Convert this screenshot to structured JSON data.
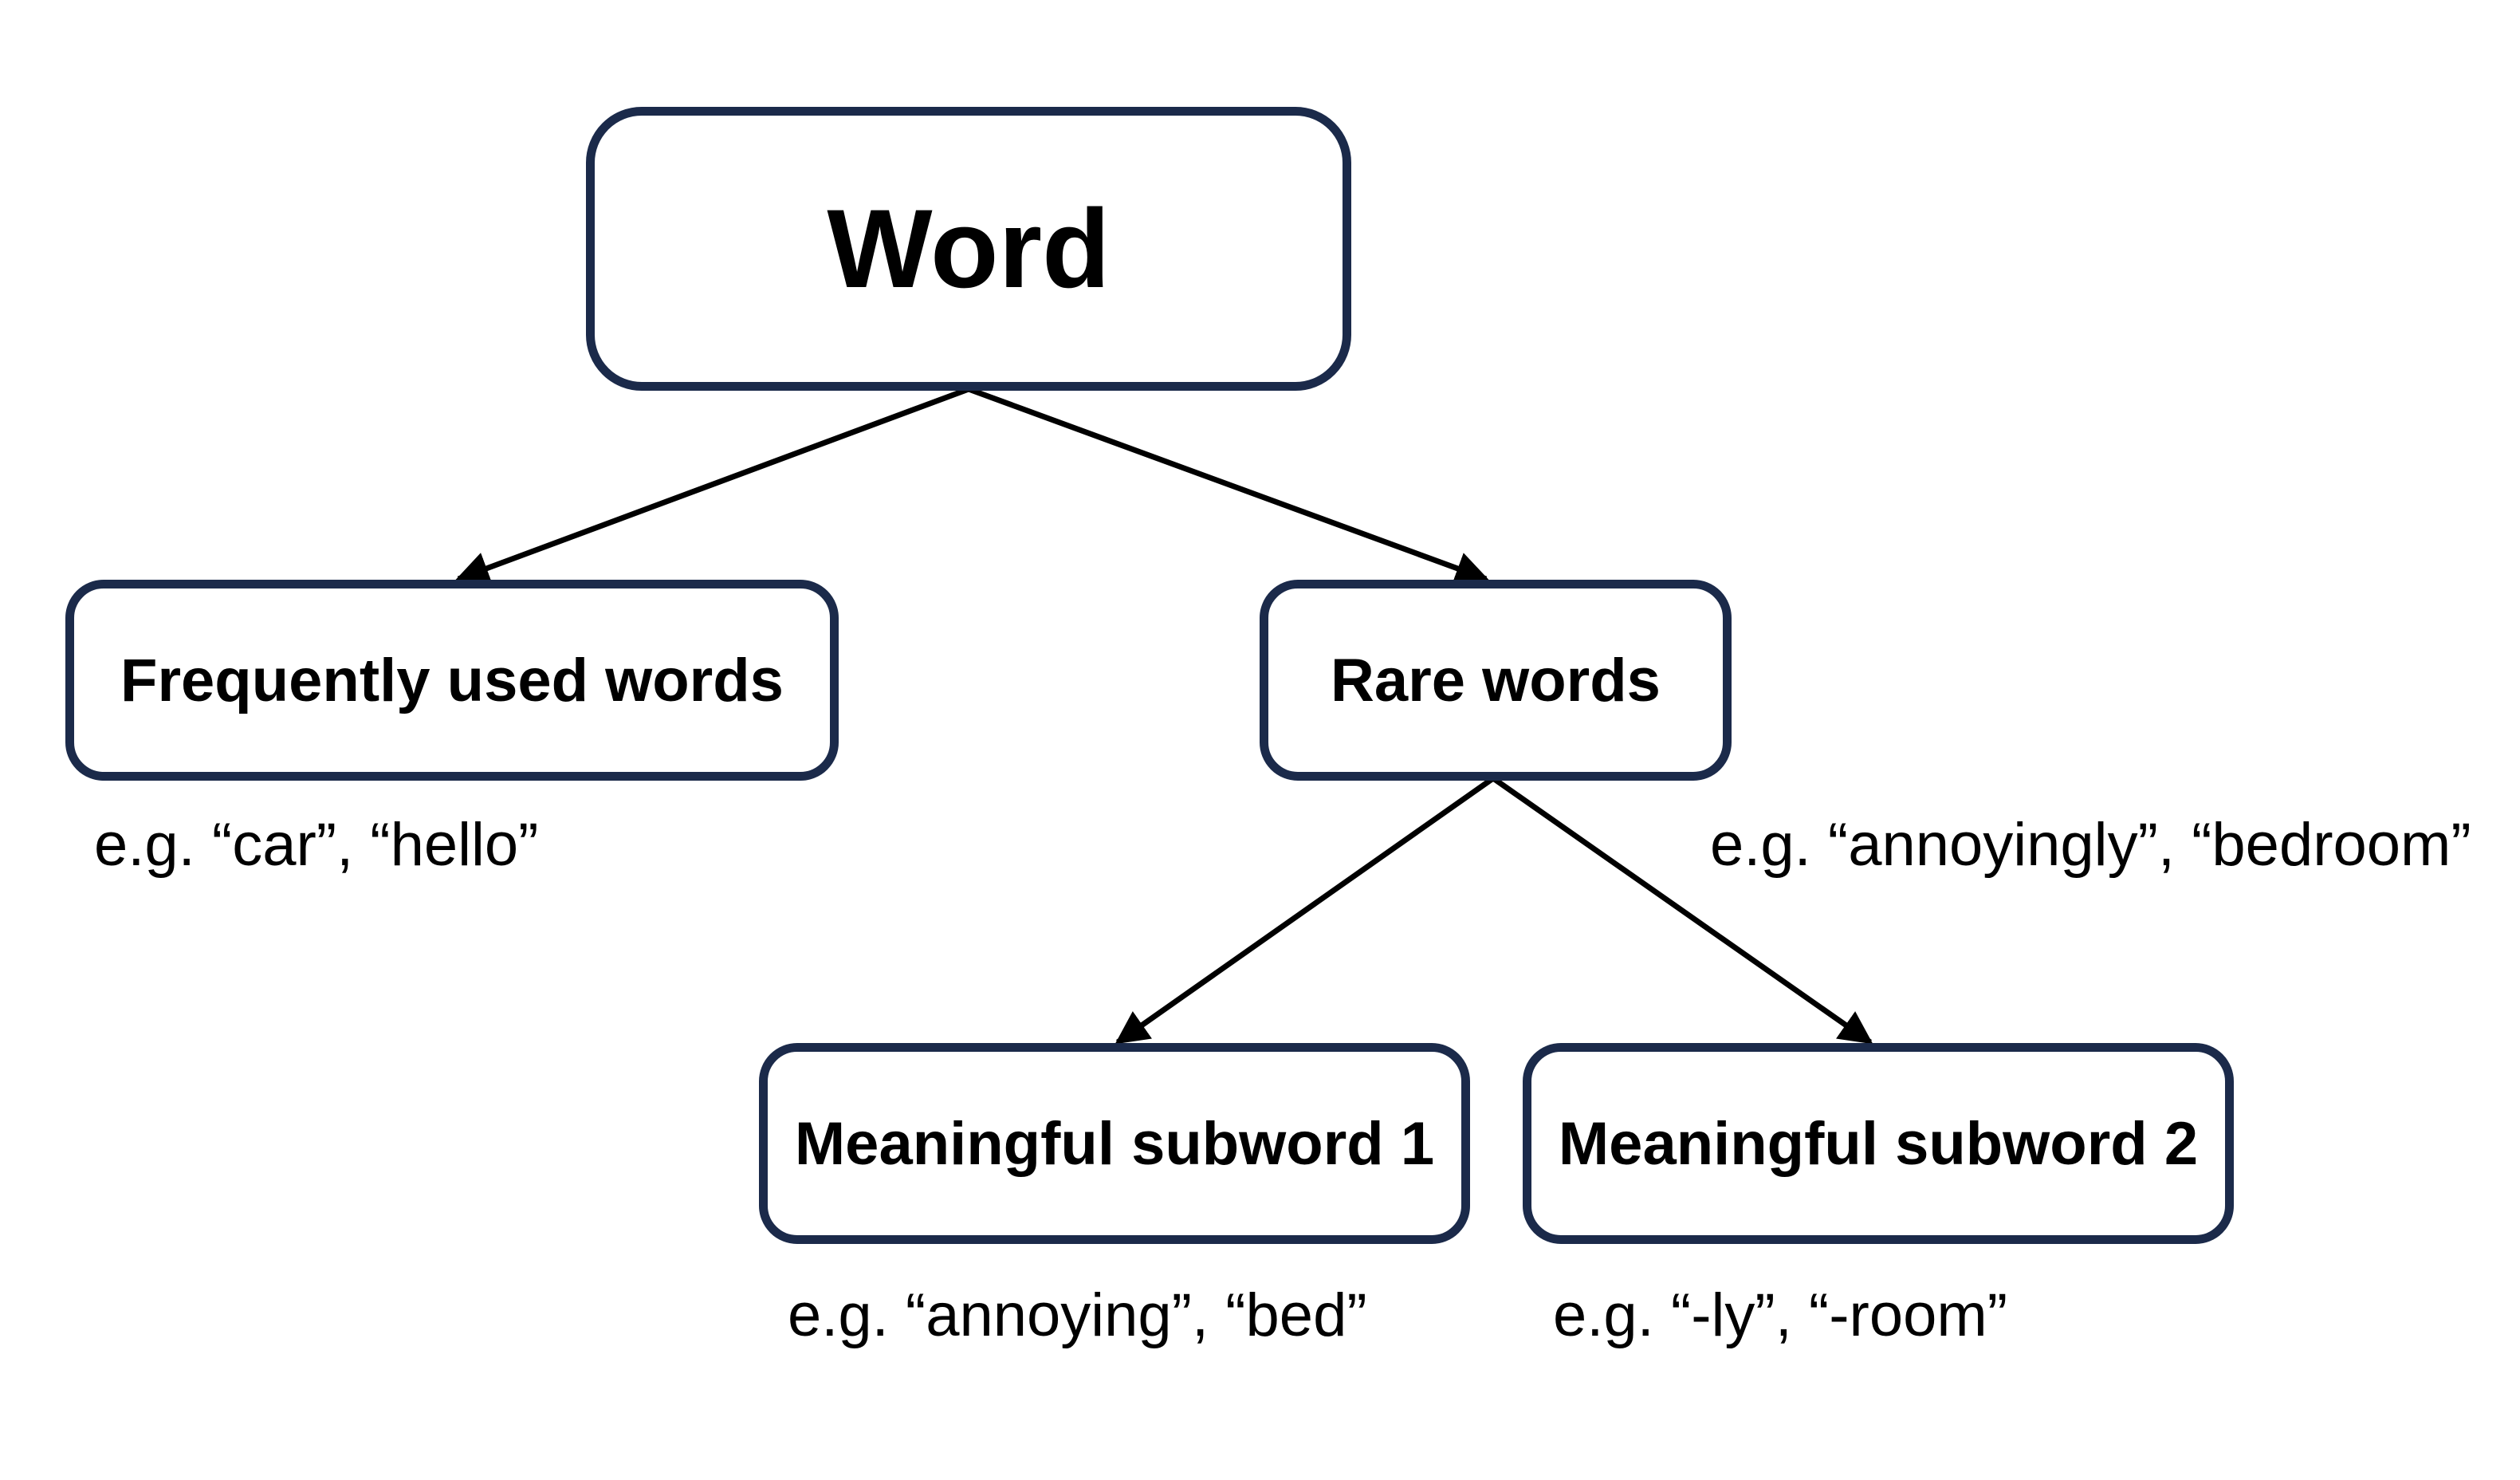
{
  "nodes": {
    "root": "Word",
    "frequent": "Frequently used words",
    "rare": "Rare words",
    "subword1": "Meaningful subword 1",
    "subword2": "Meaningful subword 2"
  },
  "examples": {
    "frequent": "e.g. “car”, “hello”",
    "rare": "e.g. “annoyingly”, “bedroom”",
    "subword1": "e.g. “annoying”, “bed”",
    "subword2": "e.g. “-ly”, “-room”"
  },
  "colors": {
    "node_border": "#1b2a4a",
    "edge": "#000000"
  }
}
